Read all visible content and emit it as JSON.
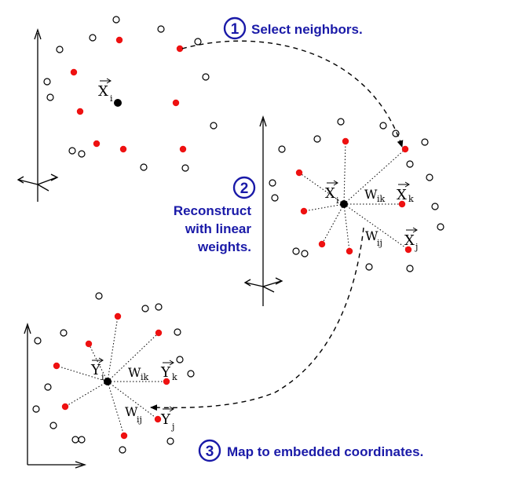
{
  "steps": [
    {
      "number": "1",
      "label": "Select neighbors."
    },
    {
      "number": "2",
      "label_lines": [
        "Reconstruct",
        "with linear",
        "weights."
      ]
    },
    {
      "number": "3",
      "label": "Map to embedded coordinates."
    }
  ],
  "panel1": {
    "center_label": "X",
    "center_sub": "i"
  },
  "panel2": {
    "center_label": "X",
    "center_sub": "i",
    "neighbor_k_label": "X",
    "neighbor_k_sub": "k",
    "neighbor_j_label": "X",
    "neighbor_j_sub": "j",
    "weight_ik_label": "W",
    "weight_ik_sub": "ik",
    "weight_ij_label": "W",
    "weight_ij_sub": "ij"
  },
  "panel3": {
    "center_label": "Y",
    "center_sub": "i",
    "neighbor_k_label": "Y",
    "neighbor_k_sub": "k",
    "neighbor_j_label": "Y",
    "neighbor_j_sub": "j",
    "weight_ik_label": "W",
    "weight_ik_sub": "ik",
    "weight_ij_label": "W",
    "weight_ij_sub": "ij"
  },
  "colors": {
    "neighbor": "#ee1111",
    "center": "#000000",
    "step_text": "#1a1aa8"
  }
}
